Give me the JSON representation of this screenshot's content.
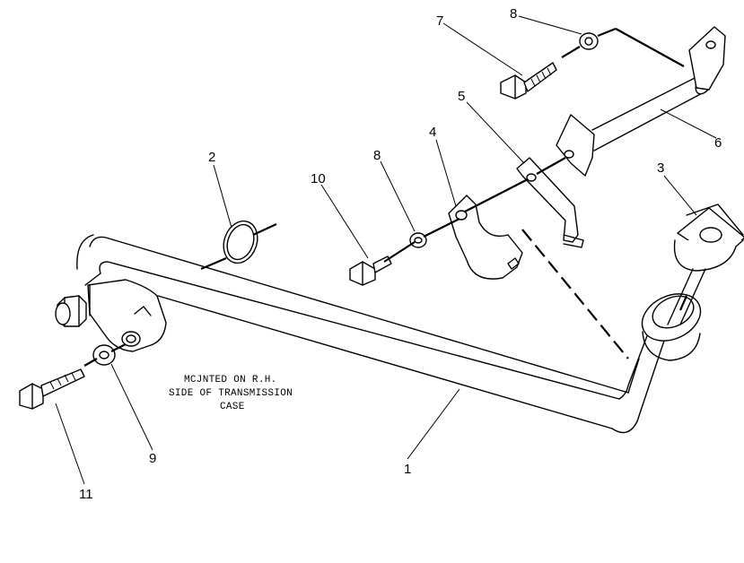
{
  "callouts": {
    "c1": "1",
    "c2": "2",
    "c3": "3",
    "c4": "4",
    "c5": "5",
    "c6": "6",
    "c7": "7",
    "c8a": "8",
    "c8b": "8",
    "c9": "9",
    "c10": "10",
    "c11": "11"
  },
  "note": {
    "line1": "MCJNTED ON R.H.",
    "line2": "SIDE OF TRANSMISSION",
    "line3": "CASE"
  }
}
